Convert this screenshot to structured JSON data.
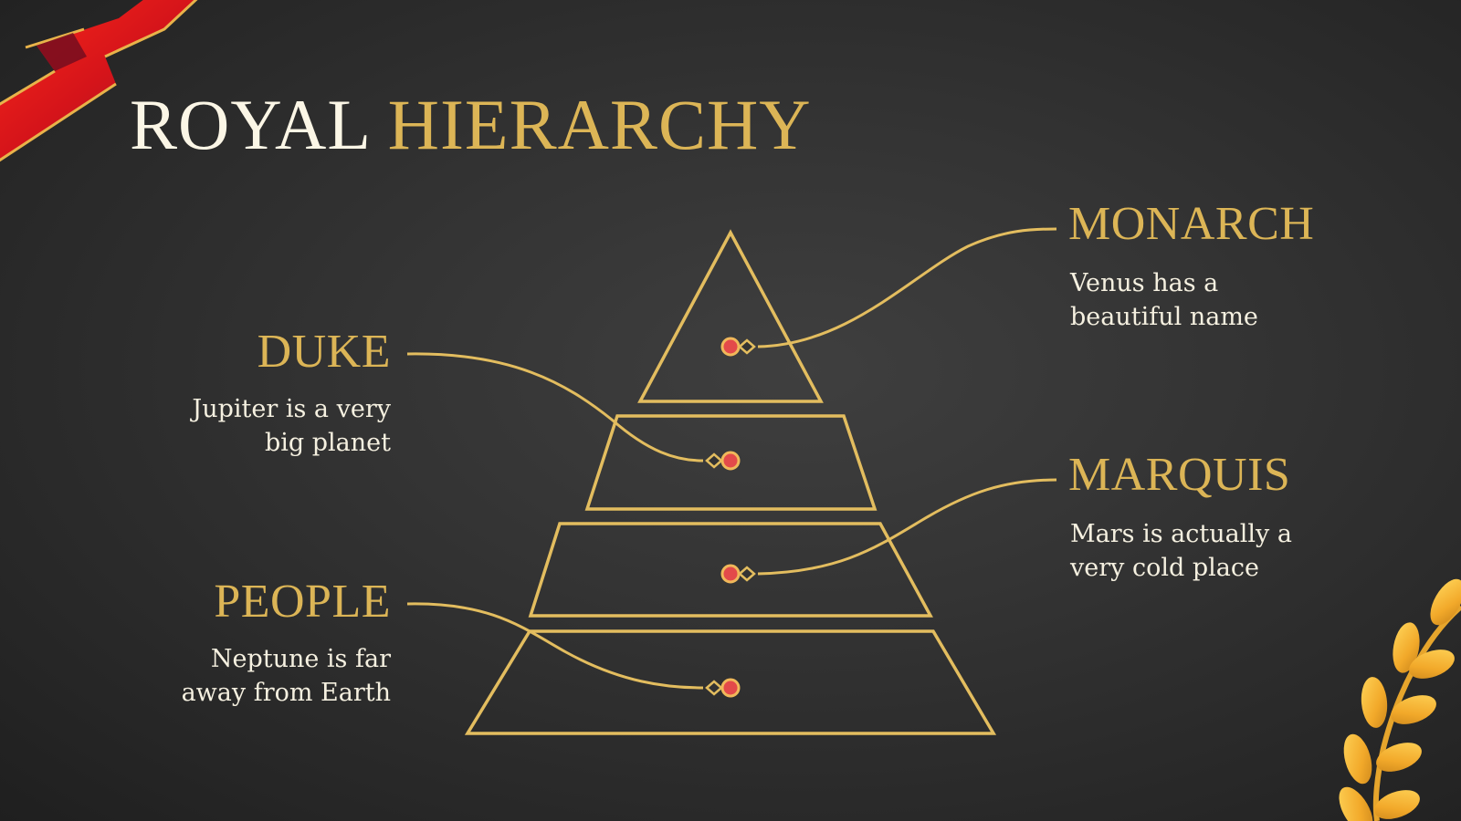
{
  "slide": {
    "title": {
      "part1": "ROYAL",
      "part2": "HIERARCHY"
    },
    "colors": {
      "background": "#333333",
      "gold": "#e3bd5f",
      "title_white": "#fbf6e6",
      "title_gold": "#dcb556",
      "dot_red": "#e34a4a",
      "ribbon_red": "#d41c1c"
    },
    "levels": [
      {
        "id": "monarch",
        "label": "MONARCH",
        "description_line1": "Venus has a",
        "description_line2": "beautiful name",
        "side": "right",
        "tier": 1
      },
      {
        "id": "duke",
        "label": "DUKE",
        "description_line1": "Jupiter is a very",
        "description_line2": "big planet",
        "side": "left",
        "tier": 2
      },
      {
        "id": "marquis",
        "label": "MARQUIS",
        "description_line1": "Mars is actually a",
        "description_line2": "very cold place",
        "side": "right",
        "tier": 3
      },
      {
        "id": "people",
        "label": "PEOPLE",
        "description_line1": "Neptune is far",
        "description_line2": "away from Earth",
        "side": "left",
        "tier": 4
      }
    ],
    "decorations": {
      "top_left": "red-ribbon",
      "bottom_right": "gold-laurel"
    }
  }
}
